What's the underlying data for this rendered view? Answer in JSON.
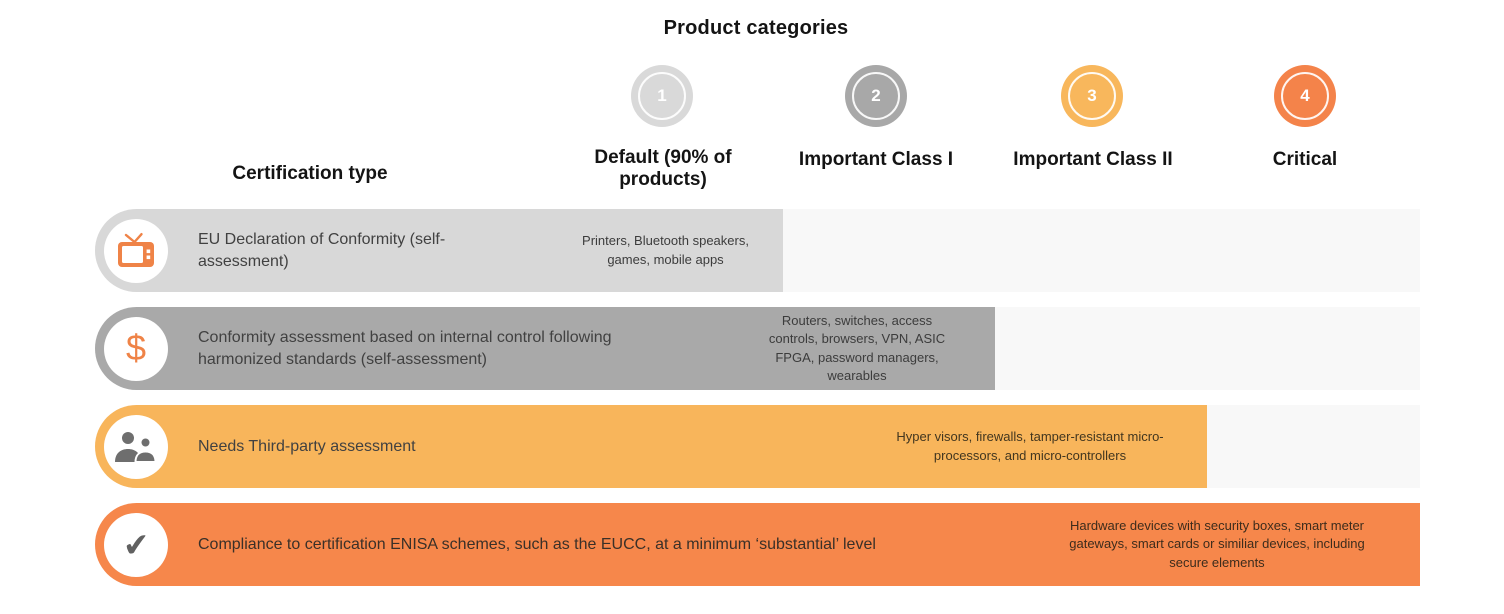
{
  "title": "Product categories",
  "certification_type_header": "Certification type",
  "columns": [
    {
      "number": "1",
      "label": "Default (90% of products)",
      "circle_color": "#d9d9d9"
    },
    {
      "number": "2",
      "label": "Important Class I",
      "circle_color": "#a8a8a8"
    },
    {
      "number": "3",
      "label": "Important Class II",
      "circle_color": "#f8b75c"
    },
    {
      "number": "4",
      "label": "Critical",
      "circle_color": "#f4834a"
    }
  ],
  "rows": [
    {
      "icon": "tv-icon",
      "certification": "EU Declaration of Conformity (self-assessment)",
      "extends_to_column": "Default (90% of products)",
      "examples": "Printers, Bluetooth speakers, games, mobile apps",
      "bar_color": "#d8d8d8"
    },
    {
      "icon": "dollar-icon",
      "certification": "Conformity assessment based on internal control following harmonized standards (self-assessment)",
      "extends_to_column": "Important Class I",
      "examples": "Routers, switches, access controls, browsers, VPN, ASIC FPGA, password managers, wearables",
      "bar_color": "#a9a9a9"
    },
    {
      "icon": "people-icon",
      "certification": "Needs Third-party assessment",
      "extends_to_column": "Important Class II",
      "examples": "Hyper visors, firewalls, tamper-resistant micro-processors, and micro-controllers",
      "bar_color": "#f8b55b"
    },
    {
      "icon": "check-icon",
      "certification": "Compliance to certification ENISA schemes, such as the EUCC, at a minimum ‘substantial’ level",
      "extends_to_column": "Critical",
      "examples": "Hardware devices with security boxes, smart meter gateways, smart cards or similiar devices, including secure elements",
      "bar_color": "#f6874b"
    }
  ],
  "icons": {
    "dollar_glyph": "$",
    "check_glyph": "✔"
  },
  "palette": {
    "track": "#f8f8f8",
    "icon_orange": "#ef8347",
    "icon_gray": "#6e6e6e",
    "header_text": "#141414",
    "body_text": "#414141"
  }
}
